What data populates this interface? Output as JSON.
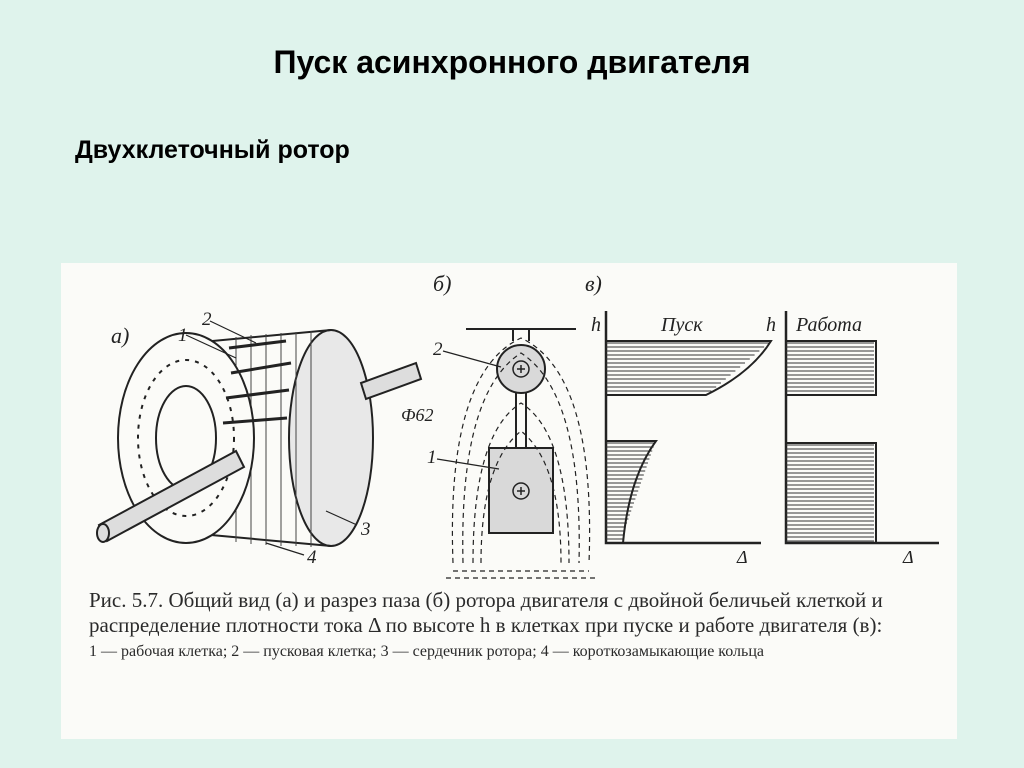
{
  "slide": {
    "title": "Пуск асинхронного двигателя",
    "subtitle": "Двухклеточный ротор"
  },
  "figure": {
    "panel_a": "а)",
    "panel_b": "б)",
    "panel_c": "в)",
    "callouts": {
      "n1": "1",
      "n2": "2",
      "n3": "3",
      "n4": "4",
      "b1": "1",
      "b2": "2",
      "flux": "Ф62"
    },
    "graph_start": {
      "title": "Пуск",
      "y_axis": "h",
      "x_axis": "Δ"
    },
    "graph_work": {
      "title": "Работа",
      "y_axis": "h",
      "x_axis": "Δ"
    },
    "caption_main": "Рис. 5.7. Общий вид (а) и разрез паза (б) ротора двигателя с двойной беличьей клеткой и распределение плотности тока Δ по высоте h в клетках при пуске и работе двигателя (в):",
    "caption_note": "1 — рабочая клетка; 2 — пусковая клетка; 3 — сердечник ротора; 4 — короткозамыкающие кольца"
  }
}
